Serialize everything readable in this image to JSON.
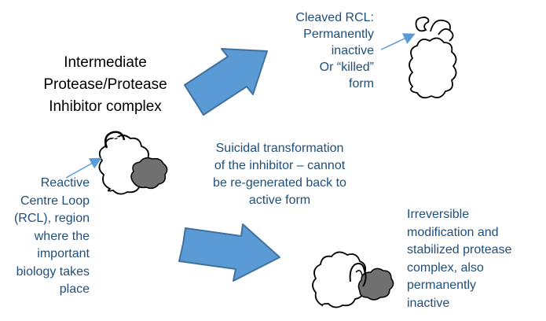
{
  "labels": {
    "intermediate_complex": "Intermediate\nProtease/Protease\nInhibitor complex",
    "cleaved_rcl": "Cleaved RCL:\nPermanently\ninactive\nOr “killed”\nform",
    "suicidal": "Suicidal transformation\nof the inhibitor – cannot\nbe re-generated back to\nactive form",
    "rcl": "Reactive\nCentre Loop\n(RCL), region\nwhere the\nimportant\nbiology takes\nplace",
    "irreversible": "Irreversible\nmodification and\nstabilized protease\ncomplex, also\npermanently\ninactive"
  },
  "colors": {
    "text_blue": "#1F4E79",
    "arrow_fill": "#5B9BD5",
    "arrow_stroke": "#41719C",
    "pointer": "#5B9BD5",
    "protease": "#666666"
  },
  "icons": [
    "serpin-blob-icon",
    "protease-blob-icon"
  ]
}
